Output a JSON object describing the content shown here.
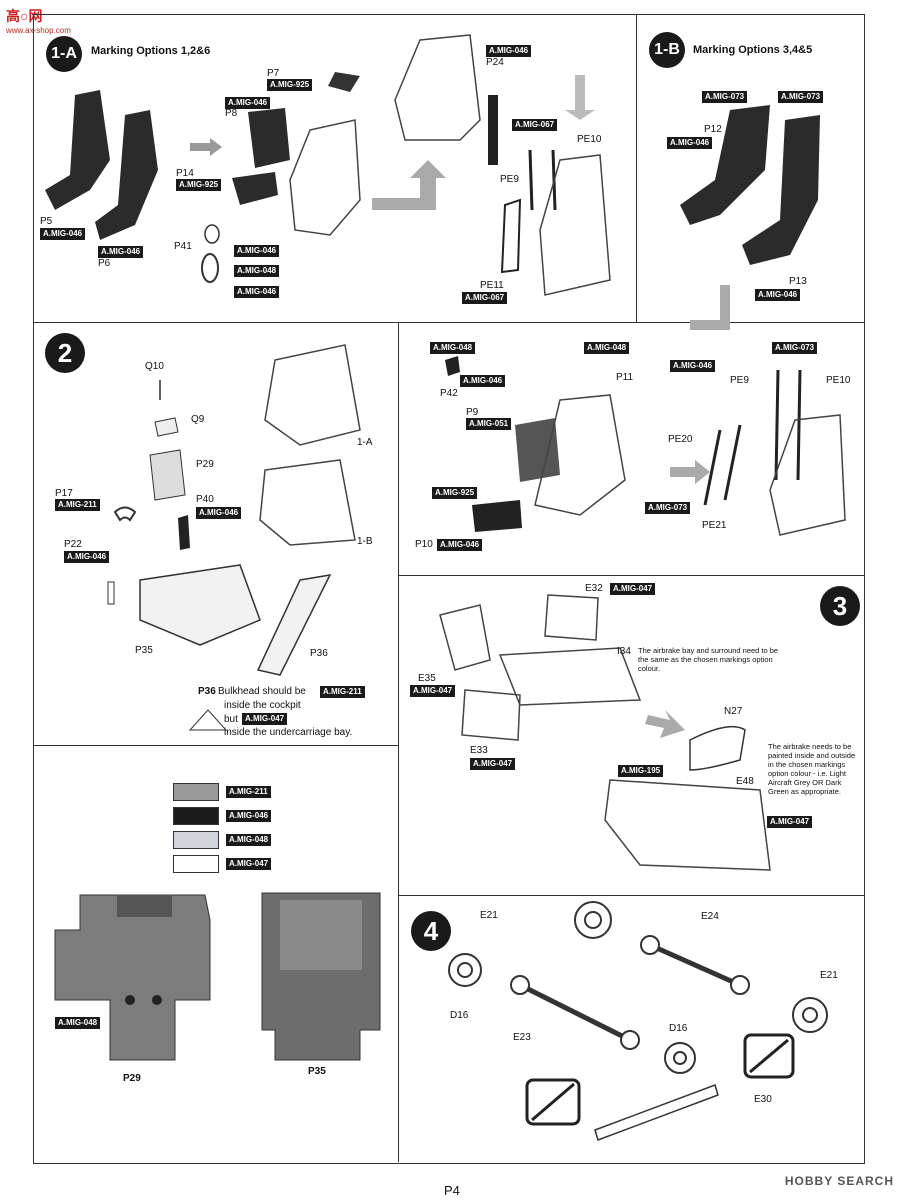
{
  "watermark_logo": {
    "text": "高○网",
    "url": "www.ax-shop.com"
  },
  "steps": {
    "s1a": {
      "num": "1-A",
      "title": "Marking Options 1,2&6"
    },
    "s1b": {
      "num": "1-B",
      "title": "Marking Options 3,4&5"
    },
    "s2": {
      "num": "2"
    },
    "s3": {
      "num": "3"
    },
    "s4": {
      "num": "4"
    }
  },
  "labels": {
    "p7": "P7",
    "p8": "P8",
    "p14": "P14",
    "p5": "P5",
    "p6": "P6",
    "p41": "P41",
    "p24": "P24",
    "pe9": "PE9",
    "pe10": "PE10",
    "pe11": "PE11",
    "p12": "P12",
    "p13": "P13",
    "q10": "Q10",
    "q9": "Q9",
    "p29": "P29",
    "p17": "P17",
    "p40": "P40",
    "p22": "P22",
    "p35": "P35",
    "p36": "P36",
    "ref_1a": "1-A",
    "ref_1b": "1-B",
    "p42": "P42",
    "p9": "P9",
    "p10": "P10",
    "p11": "P11",
    "pe9b": "PE9",
    "pe10b": "PE10",
    "pe20": "PE20",
    "pe21": "PE21",
    "e32": "E32",
    "i34": "I34",
    "e35": "E35",
    "e33": "E33",
    "n27": "N27",
    "e48": "E48",
    "e21a": "E21",
    "e24": "E24",
    "e21b": "E21",
    "d16a": "D16",
    "d16b": "D16",
    "e23": "E23",
    "e30": "E30",
    "p29_panel": "P29",
    "p35_panel": "P35"
  },
  "paints": {
    "mig925_p7": "A.MIG-925",
    "mig046_p8": "A.MIG-046",
    "mig925_p14": "A.MIG-925",
    "mig046_p5": "A.MIG-046",
    "mig046_p6": "A.MIG-046",
    "mig046_a": "A.MIG-046",
    "mig048_a": "A.MIG-048",
    "mig046_b": "A.MIG-046",
    "mig046_p24": "A.MIG-046",
    "mig067_a": "A.MIG-067",
    "mig067_pe11": "A.MIG-067",
    "mig073_a": "A.MIG-073",
    "mig073_b": "A.MIG-073",
    "mig046_p12": "A.MIG-046",
    "mig046_p13": "A.MIG-046",
    "mig211_p17": "A.MIG-211",
    "mig046_p40": "A.MIG-046",
    "mig046_p22": "A.MIG-046",
    "mig048_p42": "A.MIG-048",
    "mig046_p42": "A.MIG-046",
    "mig048_p11": "A.MIG-048",
    "mig046_p11": "A.MIG-046",
    "mig051_p9": "A.MIG-051",
    "mig925_p10": "A.MIG-925",
    "mig046_p10": "A.MIG-046",
    "mig073_pe": "A.MIG-073",
    "mig073_pe21": "A.MIG-073",
    "mig047_e32": "A.MIG-047",
    "mig047_e35": "A.MIG-047",
    "mig047_e33": "A.MIG-047",
    "mig195": "A.MIG-195",
    "mig047_e48": "A.MIG-047",
    "mig048_p29": "A.MIG-048"
  },
  "p36_note": {
    "line1": "Bulkhead should be",
    "paint1": "A.MIG-211",
    "line2": "inside the cockpit",
    "line3": "but",
    "paint2": "A.MIG-047",
    "line4": "inside the undercarriage bay."
  },
  "legend": [
    {
      "code": "A.MIG-211",
      "color": "#9a9a9a"
    },
    {
      "code": "A.MIG-046",
      "color": "#1c1c1c"
    },
    {
      "code": "A.MIG-048",
      "color": "#d4d4dc"
    },
    {
      "code": "A.MIG-047",
      "color": "#ffffff"
    }
  ],
  "notes": {
    "i34": "The airbrake bay and surround need to be the same as the chosen markings option colour.",
    "airbrake": "The airbrake needs to be painted inside and outside in the chosen markings option colour - i.e. Light Aircraft Grey OR Dark Green as appropriate."
  },
  "page": "P4",
  "site_watermark": "HOBBY SEARCH"
}
